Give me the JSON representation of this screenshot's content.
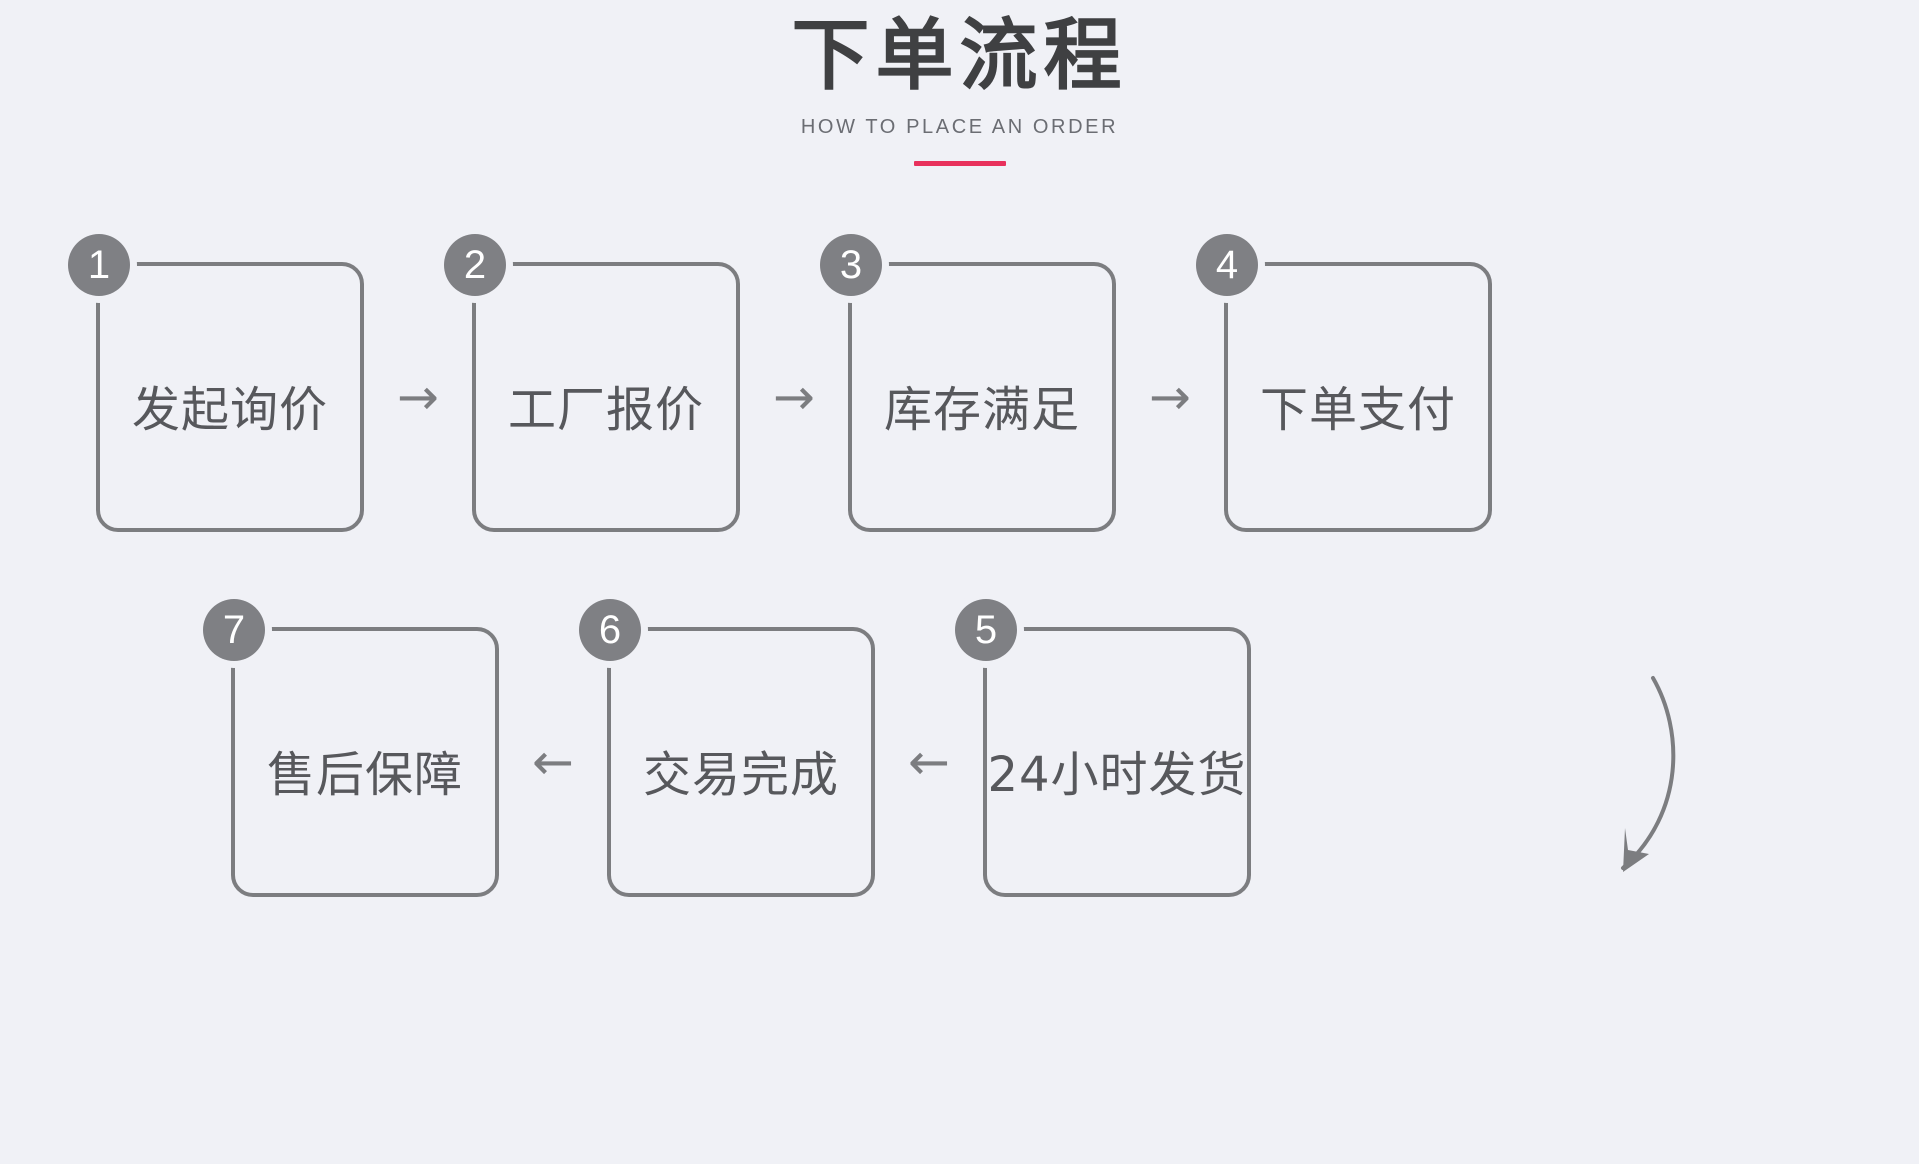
{
  "header": {
    "title_cn": "下单流程",
    "title_en": "HOW TO PLACE AN ORDER",
    "accent_color": "#e8315c"
  },
  "colors": {
    "background": "#f0f1f6",
    "box_border": "#7c7d80",
    "badge_fill": "#7f8084",
    "text": "#57585c",
    "accent": "#e8315c"
  },
  "flow": {
    "row1": {
      "steps": [
        {
          "number": "1",
          "label": "发起询价"
        },
        {
          "number": "2",
          "label": "工厂报价"
        },
        {
          "number": "3",
          "label": "库存满足"
        },
        {
          "number": "4",
          "label": "下单支付"
        }
      ],
      "arrow": "→"
    },
    "row2": {
      "steps": [
        {
          "number": "7",
          "label": "售后保障"
        },
        {
          "number": "6",
          "label": "交易完成"
        },
        {
          "number": "5",
          "label": "24小时发货"
        }
      ],
      "arrow": "←"
    },
    "connector": {
      "shape": "curved-arrow-down",
      "direction": "row1-to-row2"
    }
  }
}
